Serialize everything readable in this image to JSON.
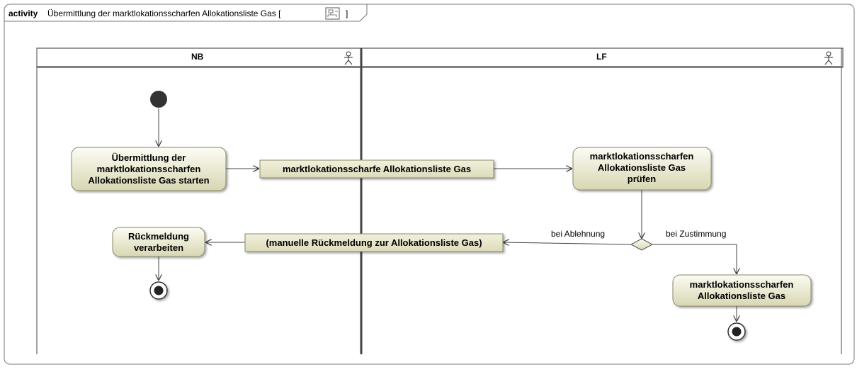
{
  "frame": {
    "keyword": "activity",
    "title": "Übermittlung der marktlokationsscharfen Allokationsliste Gas [",
    "title_end": "]",
    "icon": "activity-diagram-icon"
  },
  "lanes": [
    {
      "name": "NB",
      "icon": "actor-icon"
    },
    {
      "name": "LF",
      "icon": "actor-icon"
    }
  ],
  "actions": {
    "start_transmission": [
      "Übermittlung der",
      "marktlokationsscharfen",
      "Allokationsliste Gas starten"
    ],
    "check_list": [
      "marktlokationsscharfen",
      "Allokationsliste Gas",
      "prüfen"
    ],
    "process_feedback": [
      "Rückmeldung",
      "verarbeiten"
    ],
    "accepted_list": [
      "marktlokationsscharfen",
      "Allokationsliste Gas"
    ]
  },
  "objects": {
    "allocation_list": "marktlokationsscharfe Allokationsliste Gas",
    "manual_feedback": "(manuelle Rückmeldung zur Allokationsliste Gas)"
  },
  "guards": {
    "rejection": "bei Ablehnung",
    "approval": "bei Zustimmung"
  },
  "colors": {
    "action_fill_top": "#fbfbf2",
    "action_fill_bottom": "#d6d4ae",
    "action_stroke": "#8c8a6a",
    "object_fill": "#e9e8cf",
    "line": "#444444"
  }
}
